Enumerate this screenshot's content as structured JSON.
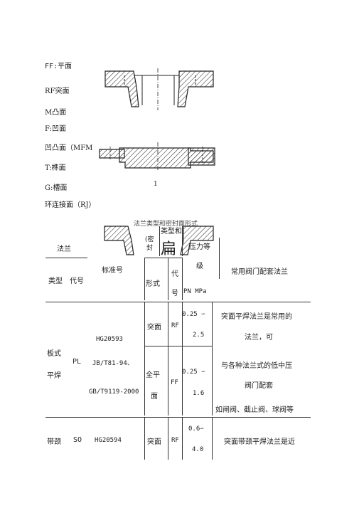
{
  "legend": {
    "ff": "FF:平面",
    "rf": "RF突面",
    "m": "M凸面",
    "f": "F:凹面",
    "mfm": "凹凸面（MFM",
    "t": "T:榫面",
    "g": "G:槽面",
    "rj": "环连接面（RJ）"
  },
  "figure_number": "1",
  "caption_overlap": "法兰类型和密封面形式",
  "header": {
    "flange": "法兰",
    "type": "类型",
    "code": "代号",
    "standard": "标准号",
    "sealing_top": "类型和",
    "sealing_mid": "(密",
    "sealing_bot": "封",
    "big_char": "扁",
    "pressure_tail": "压力等",
    "grade": "级",
    "form": "形式",
    "daihao_1": "代",
    "daihao_2": "号",
    "pn": "PN MPa",
    "valve": "常用阀门配套法兰"
  },
  "rows": [
    {
      "type_1": "板式",
      "type_2": "平焊",
      "code": "PL",
      "std_1": "HG20593",
      "std_2": "JB/T81-94、",
      "std_3": "GB/T9119-2000",
      "sub": [
        {
          "form": "突面",
          "code": "RF",
          "pn_1": "0.25 ∽",
          "pn_2": "2.5"
        },
        {
          "form_1": "全平",
          "form_2": "面",
          "code": "FF",
          "pn_1": "0.25 ∽",
          "pn_2": "1.6"
        }
      ],
      "valve_1": "突面平焊法兰是常用的",
      "valve_2": "法兰，可",
      "valve_3": "与各种法兰式的低中压",
      "valve_4": "阀门配套",
      "valve_5": "如闸阀、截止阀、球阀等"
    },
    {
      "type": "带颈",
      "code": "SO",
      "std": "HG20594",
      "form": "突面",
      "code2": "RF",
      "pn_1": "0.6∽",
      "pn_2": "4.0",
      "valve": "突面带颈平焊法兰是近"
    }
  ]
}
